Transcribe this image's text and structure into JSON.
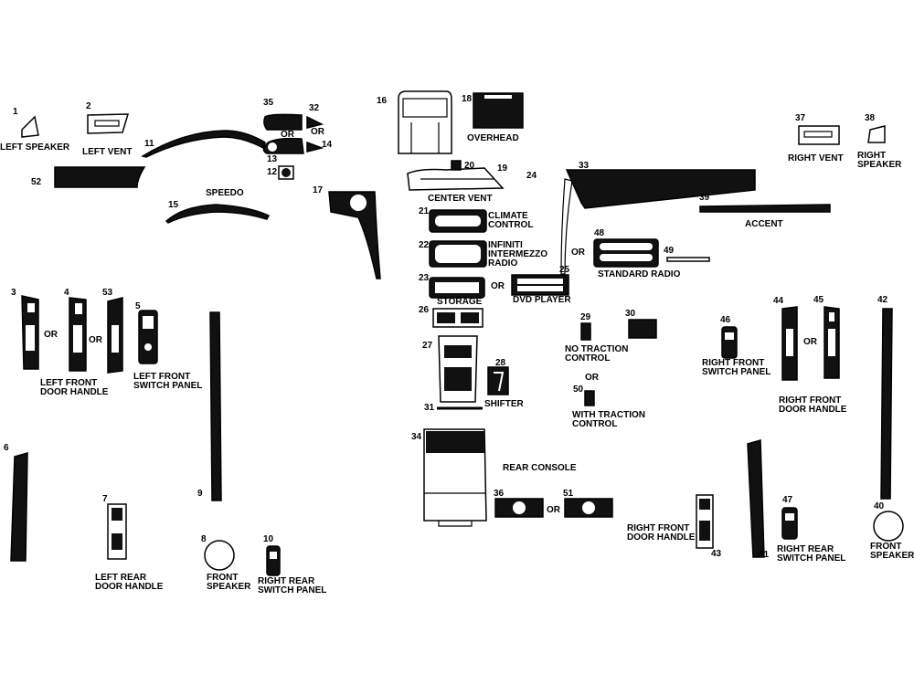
{
  "parts": {
    "p1": {
      "number": "1",
      "label": "LEFT SPEAKER"
    },
    "p2": {
      "number": "2",
      "label": "LEFT VENT"
    },
    "p3": {
      "number": "3"
    },
    "p4": {
      "number": "4"
    },
    "p5": {
      "number": "5"
    },
    "p6": {
      "number": "6"
    },
    "p7": {
      "number": "7"
    },
    "p8": {
      "number": "8"
    },
    "p9": {
      "number": "9"
    },
    "p10": {
      "number": "10"
    },
    "p11": {
      "number": "11"
    },
    "p12": {
      "number": "12"
    },
    "p13": {
      "number": "13"
    },
    "p14": {
      "number": "14"
    },
    "p15": {
      "number": "15",
      "label": "SPEEDO"
    },
    "p16": {
      "number": "16"
    },
    "p17": {
      "number": "17"
    },
    "p18": {
      "number": "18",
      "label": "OVERHEAD"
    },
    "p19": {
      "number": "19",
      "label": "CENTER VENT"
    },
    "p20": {
      "number": "20"
    },
    "p21": {
      "number": "21",
      "label": "CLIMATE\nCONTROL"
    },
    "p22": {
      "number": "22",
      "label": "INFINITI\nINTERMEZZO\nRADIO"
    },
    "p23": {
      "number": "23",
      "label": "STORAGE"
    },
    "p24": {
      "number": "24"
    },
    "p25": {
      "number": "25",
      "label": "DVD PLAYER"
    },
    "p26": {
      "number": "26"
    },
    "p27": {
      "number": "27"
    },
    "p28": {
      "number": "28",
      "label": "SHIFTER"
    },
    "p29": {
      "number": "29",
      "label": "NO TRACTION\nCONTROL"
    },
    "p30": {
      "number": "30"
    },
    "p31": {
      "number": "31"
    },
    "p32": {
      "number": "32"
    },
    "p33": {
      "number": "33"
    },
    "p34": {
      "number": "34",
      "label": "REAR CONSOLE"
    },
    "p35": {
      "number": "35"
    },
    "p36": {
      "number": "36"
    },
    "p37": {
      "number": "37",
      "label": "RIGHT VENT"
    },
    "p38": {
      "number": "38",
      "label": "RIGHT\nSPEAKER"
    },
    "p39": {
      "number": "39",
      "label": "ACCENT"
    },
    "p40": {
      "number": "40",
      "label": "FRONT\nSPEAKER"
    },
    "p41": {
      "number": "41"
    },
    "p42": {
      "number": "42"
    },
    "p43": {
      "number": "43"
    },
    "p44": {
      "number": "44"
    },
    "p45": {
      "number": "45"
    },
    "p46": {
      "number": "46",
      "label": "RIGHT FRONT\nSWITCH PANEL"
    },
    "p47": {
      "number": "47",
      "label": "RIGHT REAR\nSWITCH PANEL"
    },
    "p48": {
      "number": "48",
      "label": "STANDARD RADIO"
    },
    "p49": {
      "number": "49"
    },
    "p50": {
      "number": "50",
      "label": "WITH TRACTION\nCONTROL"
    },
    "p51": {
      "number": "51"
    },
    "p52": {
      "number": "52"
    },
    "p53": {
      "number": "53"
    }
  },
  "group_labels": {
    "left_front_door_handle": "LEFT FRONT\nDOOR HANDLE",
    "left_front_switch_panel": "LEFT FRONT\nSWITCH PANEL",
    "left_rear_door_handle": "LEFT REAR\nDOOR HANDLE",
    "front_speaker_left": "FRONT\nSPEAKER",
    "right_rear_switch_panel_left": "RIGHT REAR\nSWITCH PANEL",
    "right_front_door_handle_upper": "RIGHT FRONT\nDOOR HANDLE",
    "right_front_door_handle_lower": "RIGHT FRONT\nDOOR HANDLE"
  },
  "or_text": "OR"
}
